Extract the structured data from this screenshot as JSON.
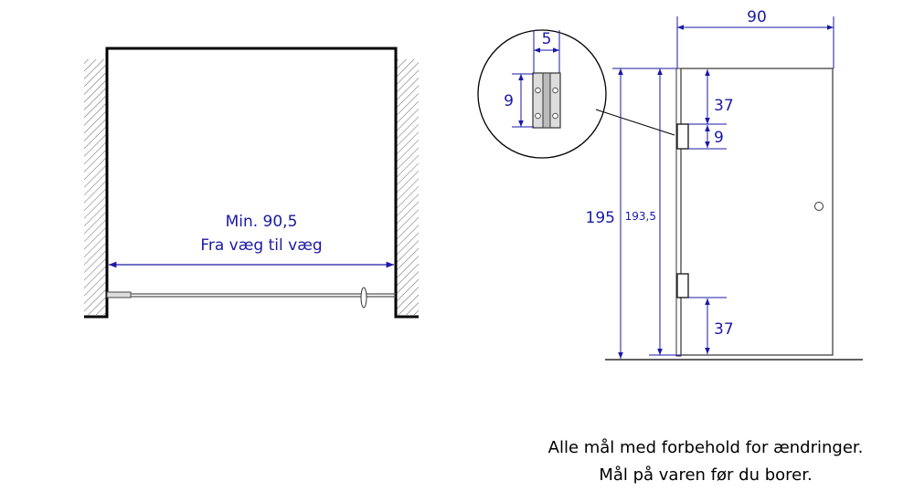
{
  "colors": {
    "dimension": "#1a1aa6",
    "outline": "#000000",
    "hatch": "#555555"
  },
  "left_view": {
    "min_width_label": "Min. 90,5",
    "wall_to_wall_label": "Fra væg til væg"
  },
  "detail": {
    "hinge_width": "5",
    "hinge_height": "9"
  },
  "door_view": {
    "width": "90",
    "total_height": "195",
    "door_height": "193,5",
    "top_hinge_offset": "37",
    "hinge_size": "9",
    "bottom_hinge_offset": "37"
  },
  "notes": {
    "line1": "Alle mål med forbehold for ændringer.",
    "line2": "Mål på varen før du borer."
  }
}
